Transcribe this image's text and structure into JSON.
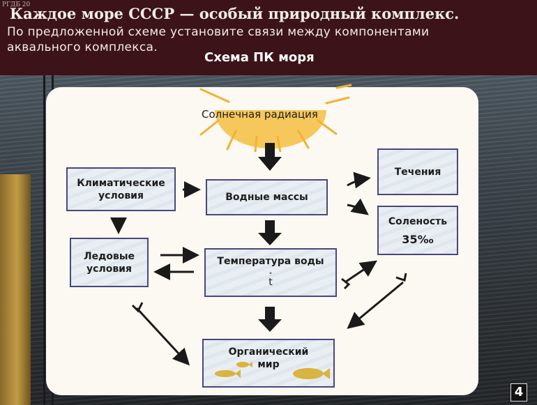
{
  "header": {
    "watermark": "РГДБ 20",
    "line1": "Каждое море СССР — особый природный комплекс.",
    "line2": "По предложенной схеме установите связи между компонентами",
    "line3": "аквального комплекса.",
    "title": "Схема ПК моря"
  },
  "diagram": {
    "sun_label": "Солнечная радиация",
    "climate": [
      "Климатические",
      "условия"
    ],
    "water_masses": "Водные массы",
    "ice": [
      "Ледовые",
      "условия"
    ],
    "temperature": "Температура воды",
    "temperature_symbol": "t",
    "temperature_degree": "°",
    "currents": "Течения",
    "salinity": "Соленость",
    "salinity_value": "35‰",
    "organic": [
      "Органический",
      "мир"
    ]
  },
  "page_number": "4",
  "colors": {
    "header_bg": "#3b1319",
    "card_bg": "#fbf9f2",
    "box_border": "#4a467e",
    "sun": "#f2b234",
    "arrow": "#1a1a1a"
  }
}
